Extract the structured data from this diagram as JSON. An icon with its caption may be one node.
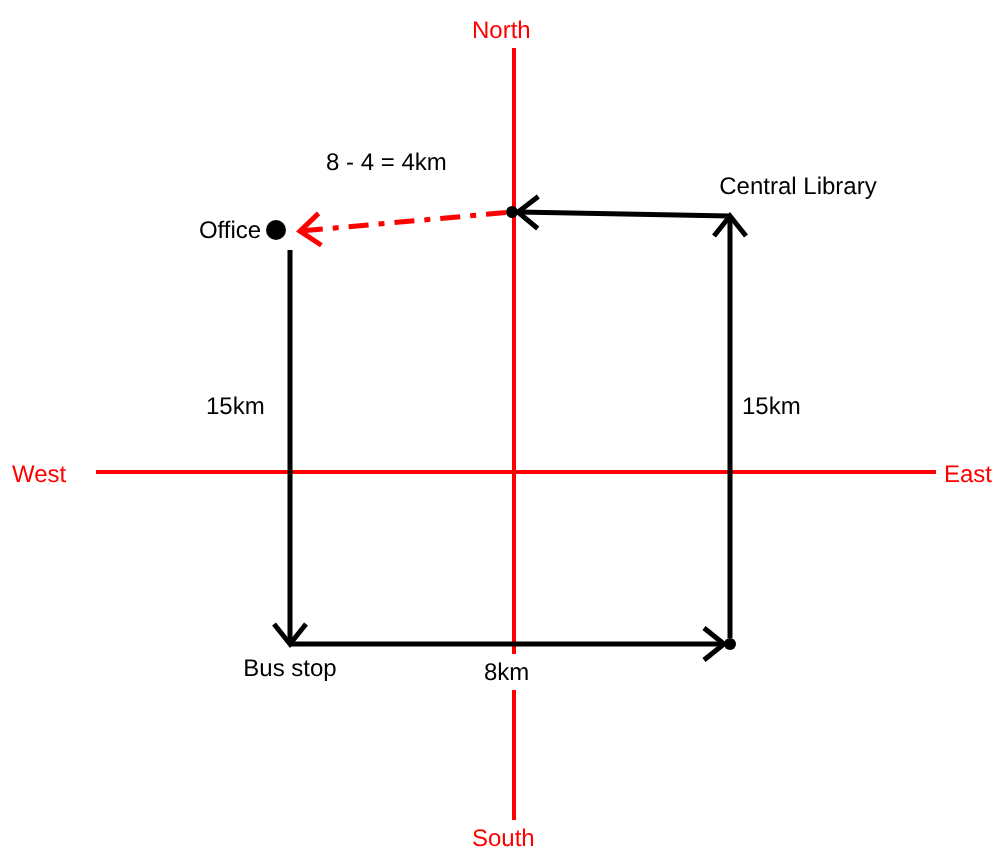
{
  "diagram": {
    "nodes": [
      {
        "text": [
          "Office"
        ]
      },
      {
        "text": [
          "Bus stop"
        ]
      },
      {
        "text": [],
        "shape": "point"
      },
      {
        "text": [
          "Central Library"
        ]
      },
      {
        "text": [],
        "shape": "point"
      }
    ],
    "edges": [
      {
        "from": 0,
        "to": 1,
        "arrow": "to",
        "label": "15km"
      },
      {
        "from": 1,
        "to": 4,
        "arrow": "to",
        "label": "8km"
      },
      {
        "from": 4,
        "to": 3,
        "arrow": "to",
        "label": "15km"
      },
      {
        "from": 3,
        "to": 2,
        "arrow": "to"
      },
      {
        "from": 2,
        "to": 0,
        "arrow": "to",
        "label": "8 - 4 = 4km",
        "style": "dashed",
        "color": "#ff0000"
      }
    ],
    "labels": [
      "North",
      "West",
      "East",
      "South"
    ]
  }
}
